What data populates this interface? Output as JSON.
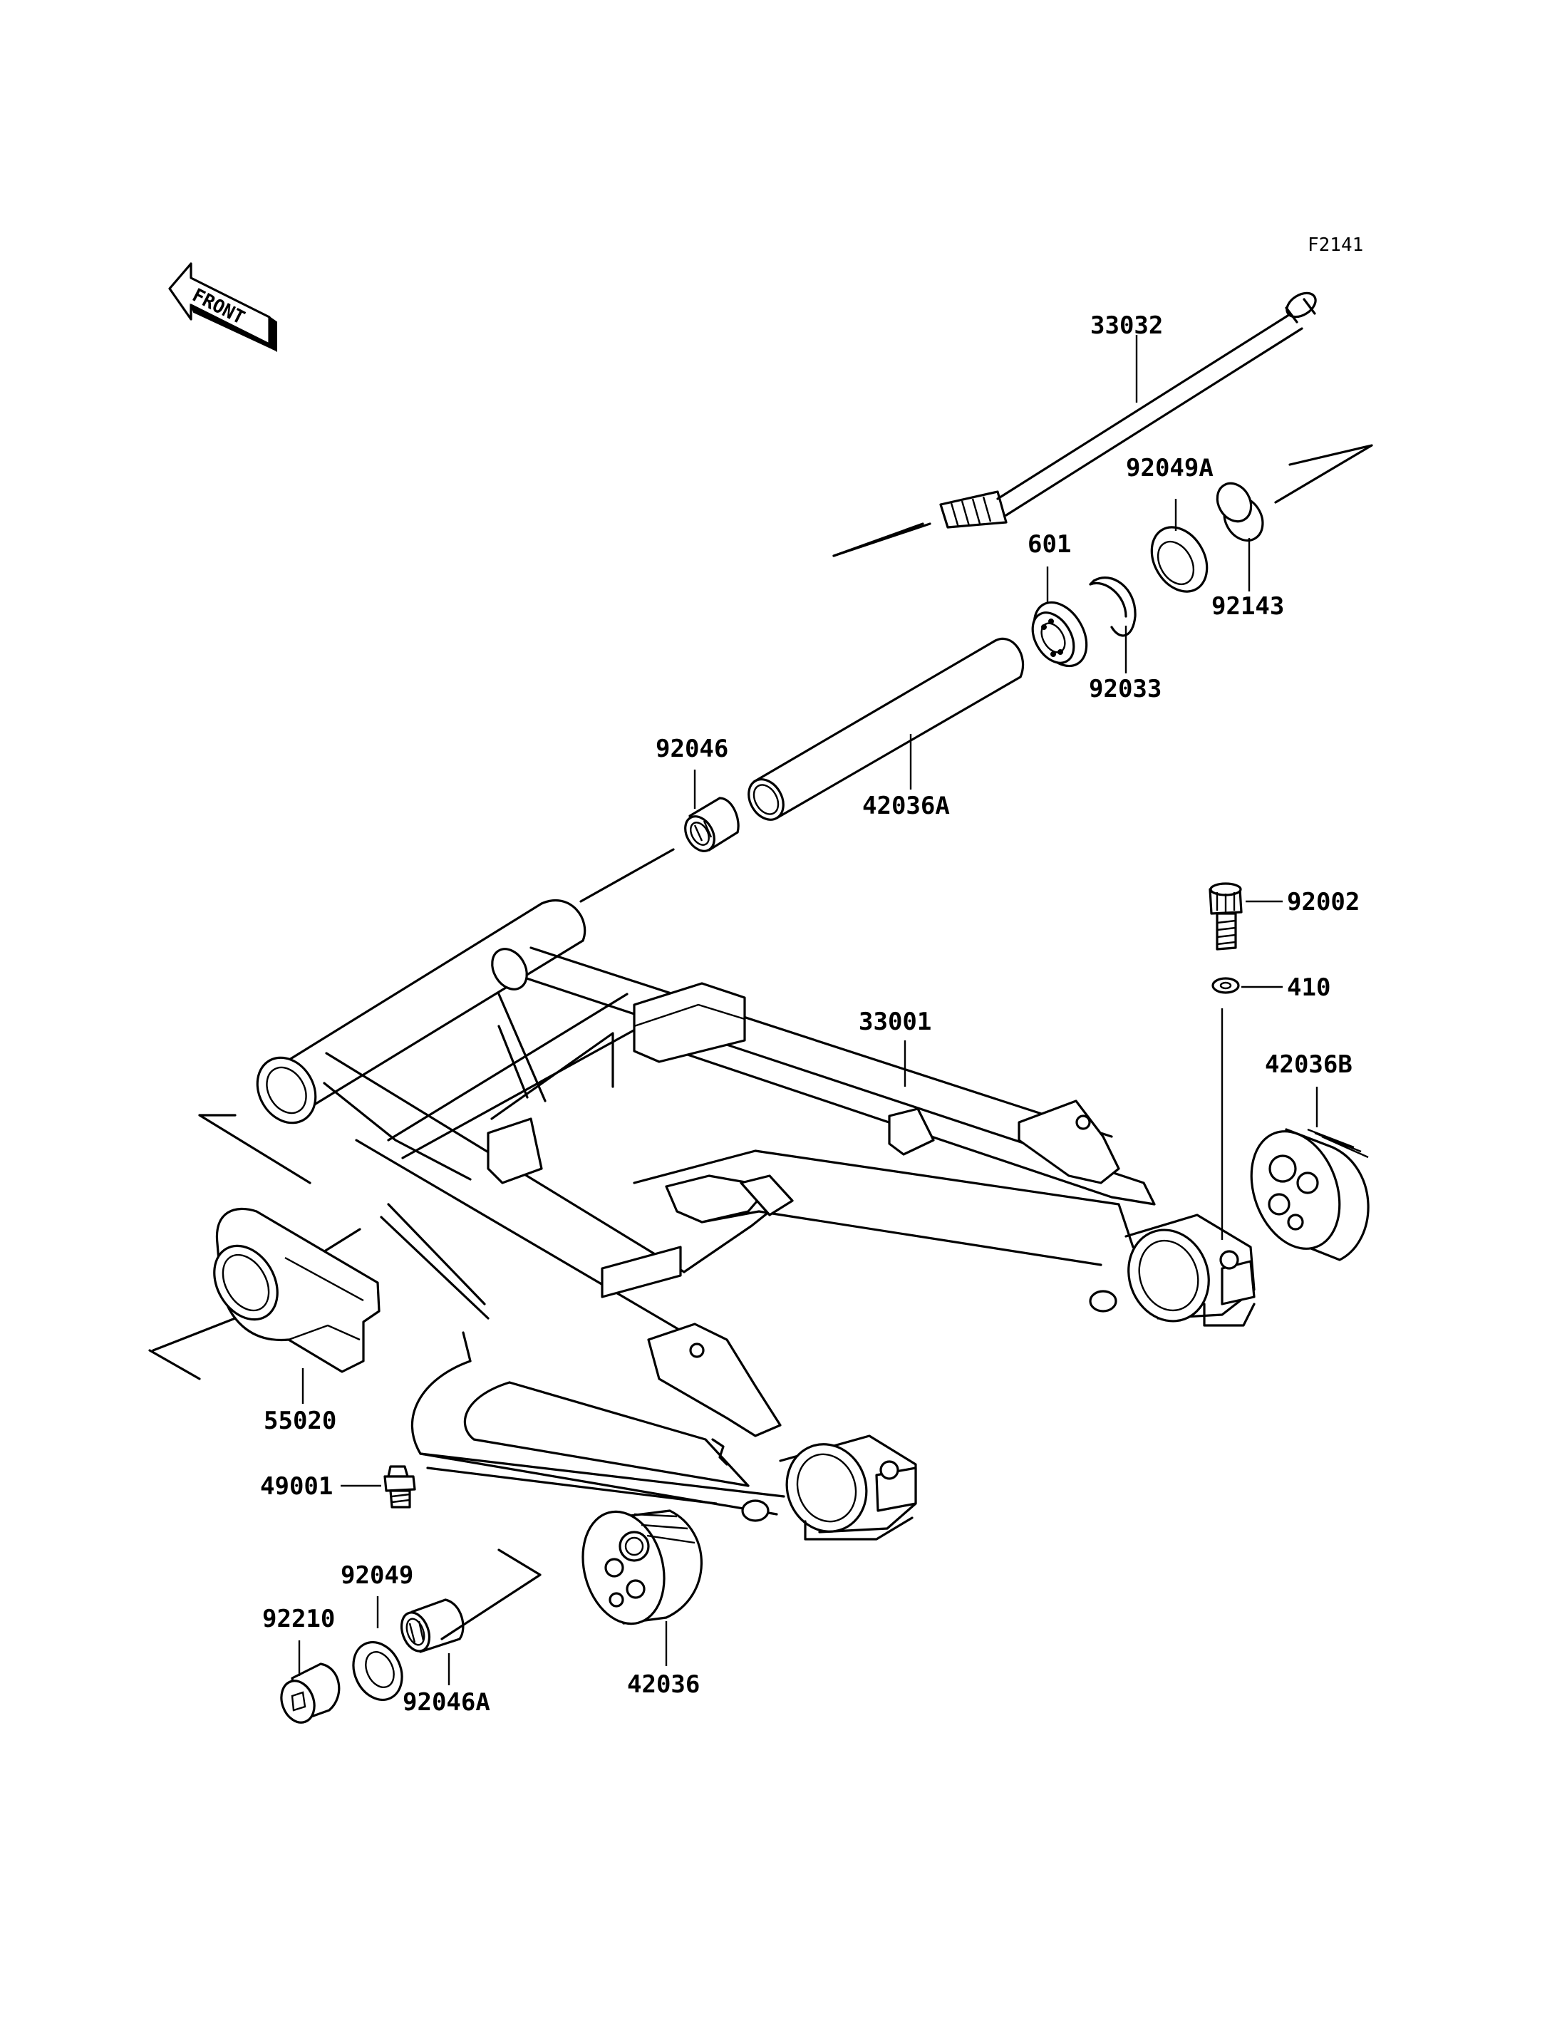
{
  "diagram": {
    "ref_code": "F2141",
    "front_label": "FRONT",
    "parts": [
      {
        "id": "33032",
        "label": "33032"
      },
      {
        "id": "92049A",
        "label": "92049A"
      },
      {
        "id": "92143",
        "label": "92143"
      },
      {
        "id": "601",
        "label": "601"
      },
      {
        "id": "92033",
        "label": "92033"
      },
      {
        "id": "92046",
        "label": "92046"
      },
      {
        "id": "42036A",
        "label": "42036A"
      },
      {
        "id": "92002",
        "label": "92002"
      },
      {
        "id": "410",
        "label": "410"
      },
      {
        "id": "33001",
        "label": "33001"
      },
      {
        "id": "42036B",
        "label": "42036B"
      },
      {
        "id": "55020",
        "label": "55020"
      },
      {
        "id": "49001",
        "label": "49001"
      },
      {
        "id": "92049",
        "label": "92049"
      },
      {
        "id": "92210",
        "label": "92210"
      },
      {
        "id": "92046A",
        "label": "92046A"
      },
      {
        "id": "42036",
        "label": "42036"
      }
    ]
  }
}
